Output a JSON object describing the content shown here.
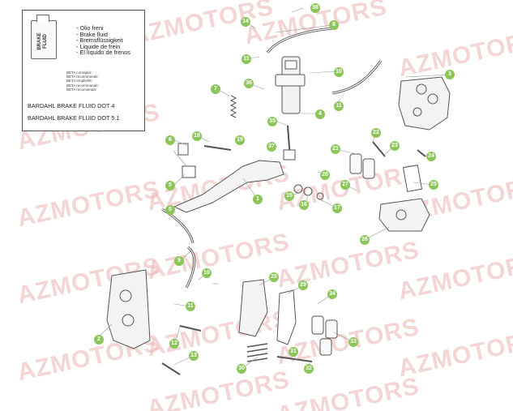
{
  "watermark": "AZMOTORS",
  "legend": {
    "bottle_label": "BRAKE FLUID",
    "lines": [
      "- Olio freni",
      "- Brake fluid",
      "- Bremsflüssigkeit",
      "- Liquide de frein",
      "- El líquido de frenos"
    ],
    "small_lines": [
      "BETA consiglia:",
      "BETA recommends:",
      "BETA empfiehlt:",
      "BETA recommande:",
      "BETA recomienda:"
    ],
    "fluid_1": "BARDAHL BRAKE FLUID DOT 4",
    "fluid_2": "BARDAHL BRAKE FLUID DOT 5.1"
  },
  "callouts": [
    {
      "label": "1"
    },
    {
      "label": "2"
    },
    {
      "label": "3"
    },
    {
      "label": "4"
    },
    {
      "label": "5"
    },
    {
      "label": "5"
    },
    {
      "label": "6"
    },
    {
      "label": "7"
    },
    {
      "label": "8"
    },
    {
      "label": "9"
    },
    {
      "label": "10"
    },
    {
      "label": "10"
    },
    {
      "label": "11"
    },
    {
      "label": "11"
    },
    {
      "label": "11"
    },
    {
      "label": "12"
    },
    {
      "label": "13"
    },
    {
      "label": "14"
    },
    {
      "label": "15"
    },
    {
      "label": "16"
    },
    {
      "label": "17"
    },
    {
      "label": "18"
    },
    {
      "label": "19"
    },
    {
      "label": "20"
    },
    {
      "label": "21"
    },
    {
      "label": "22"
    },
    {
      "label": "23"
    },
    {
      "label": "24"
    },
    {
      "label": "25"
    },
    {
      "label": "26"
    },
    {
      "label": "27"
    },
    {
      "label": "28"
    },
    {
      "label": "29"
    },
    {
      "label": "30"
    },
    {
      "label": "31"
    },
    {
      "label": "32"
    },
    {
      "label": "33"
    },
    {
      "label": "34"
    },
    {
      "label": "35"
    },
    {
      "label": "36"
    },
    {
      "label": "37"
    },
    {
      "label": "38"
    }
  ],
  "colors": {
    "callout": "#8cc65a",
    "watermark": "#e9b4b1",
    "line": "#555555"
  }
}
